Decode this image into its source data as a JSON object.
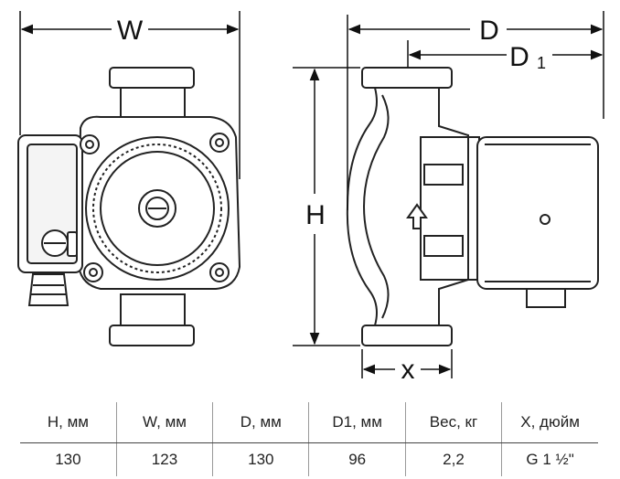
{
  "diagram": {
    "labels": {
      "w": "W",
      "h": "H",
      "d": "D",
      "d1_main": "D",
      "d1_sub": "1",
      "x": "x"
    }
  },
  "specs_table": {
    "headers": [
      "H, мм",
      "W, мм",
      "D, мм",
      "D1, мм",
      "Вес, кг",
      "X, дюйм"
    ],
    "rows": [
      [
        "130",
        "123",
        "130",
        "96",
        "2,2",
        "G 1 ½\""
      ]
    ]
  }
}
